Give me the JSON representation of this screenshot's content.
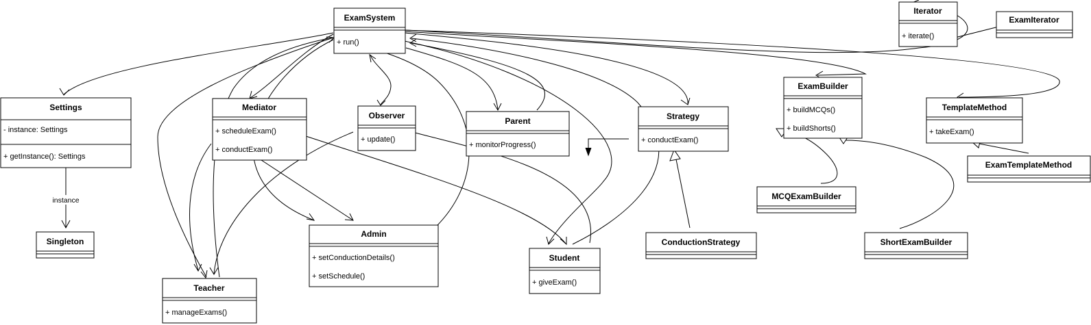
{
  "colors": {
    "line": "#000000",
    "box_fill": "#ffffff",
    "background": "#ffffff"
  },
  "classes": {
    "examsystem": {
      "name": "ExamSystem",
      "attributes": [],
      "operations": [
        "+ run()"
      ]
    },
    "settings": {
      "name": "Settings",
      "attributes": [
        "- instance: Settings"
      ],
      "operations": [
        "+ getInstance(): Settings"
      ]
    },
    "singleton": {
      "name": "Singleton",
      "attributes": [],
      "operations": []
    },
    "mediator": {
      "name": "Mediator",
      "attributes": [],
      "operations": [
        "+ scheduleExam()",
        "+ conductExam()"
      ]
    },
    "observer": {
      "name": "Observer",
      "attributes": [],
      "operations": [
        "+ update()"
      ]
    },
    "parent": {
      "name": "Parent",
      "attributes": [],
      "operations": [
        "+ monitorProgress()"
      ]
    },
    "strategy": {
      "name": "Strategy",
      "attributes": [],
      "operations": [
        "+ conductExam()"
      ]
    },
    "admin": {
      "name": "Admin",
      "attributes": [],
      "operations": [
        "+ setConductionDetails()",
        "+ setSchedule()"
      ]
    },
    "teacher": {
      "name": "Teacher",
      "attributes": [],
      "operations": [
        "+ manageExams()"
      ]
    },
    "student": {
      "name": "Student",
      "attributes": [],
      "operations": [
        "+ giveExam()"
      ]
    },
    "conductionstrategy": {
      "name": "ConductionStrategy",
      "attributes": [],
      "operations": []
    },
    "iterator": {
      "name": "Iterator",
      "attributes": [],
      "operations": [
        "+ iterate()"
      ]
    },
    "examiterator": {
      "name": "ExamIterator",
      "attributes": [],
      "operations": []
    },
    "exambuilder": {
      "name": "ExamBuilder",
      "attributes": [],
      "operations": [
        "+ buildMCQs()",
        "+ buildShorts()"
      ]
    },
    "mcqexambuilder": {
      "name": "MCQExamBuilder",
      "attributes": [],
      "operations": []
    },
    "shortexambuilder": {
      "name": "ShortExamBuilder",
      "attributes": [],
      "operations": []
    },
    "templatemethod": {
      "name": "TemplateMethod",
      "attributes": [],
      "operations": [
        "+ takeExam()"
      ]
    },
    "examtemplatemethod": {
      "name": "ExamTemplateMethod",
      "attributes": [],
      "operations": []
    }
  },
  "edge_labels": {
    "settings_singleton": "instance"
  }
}
